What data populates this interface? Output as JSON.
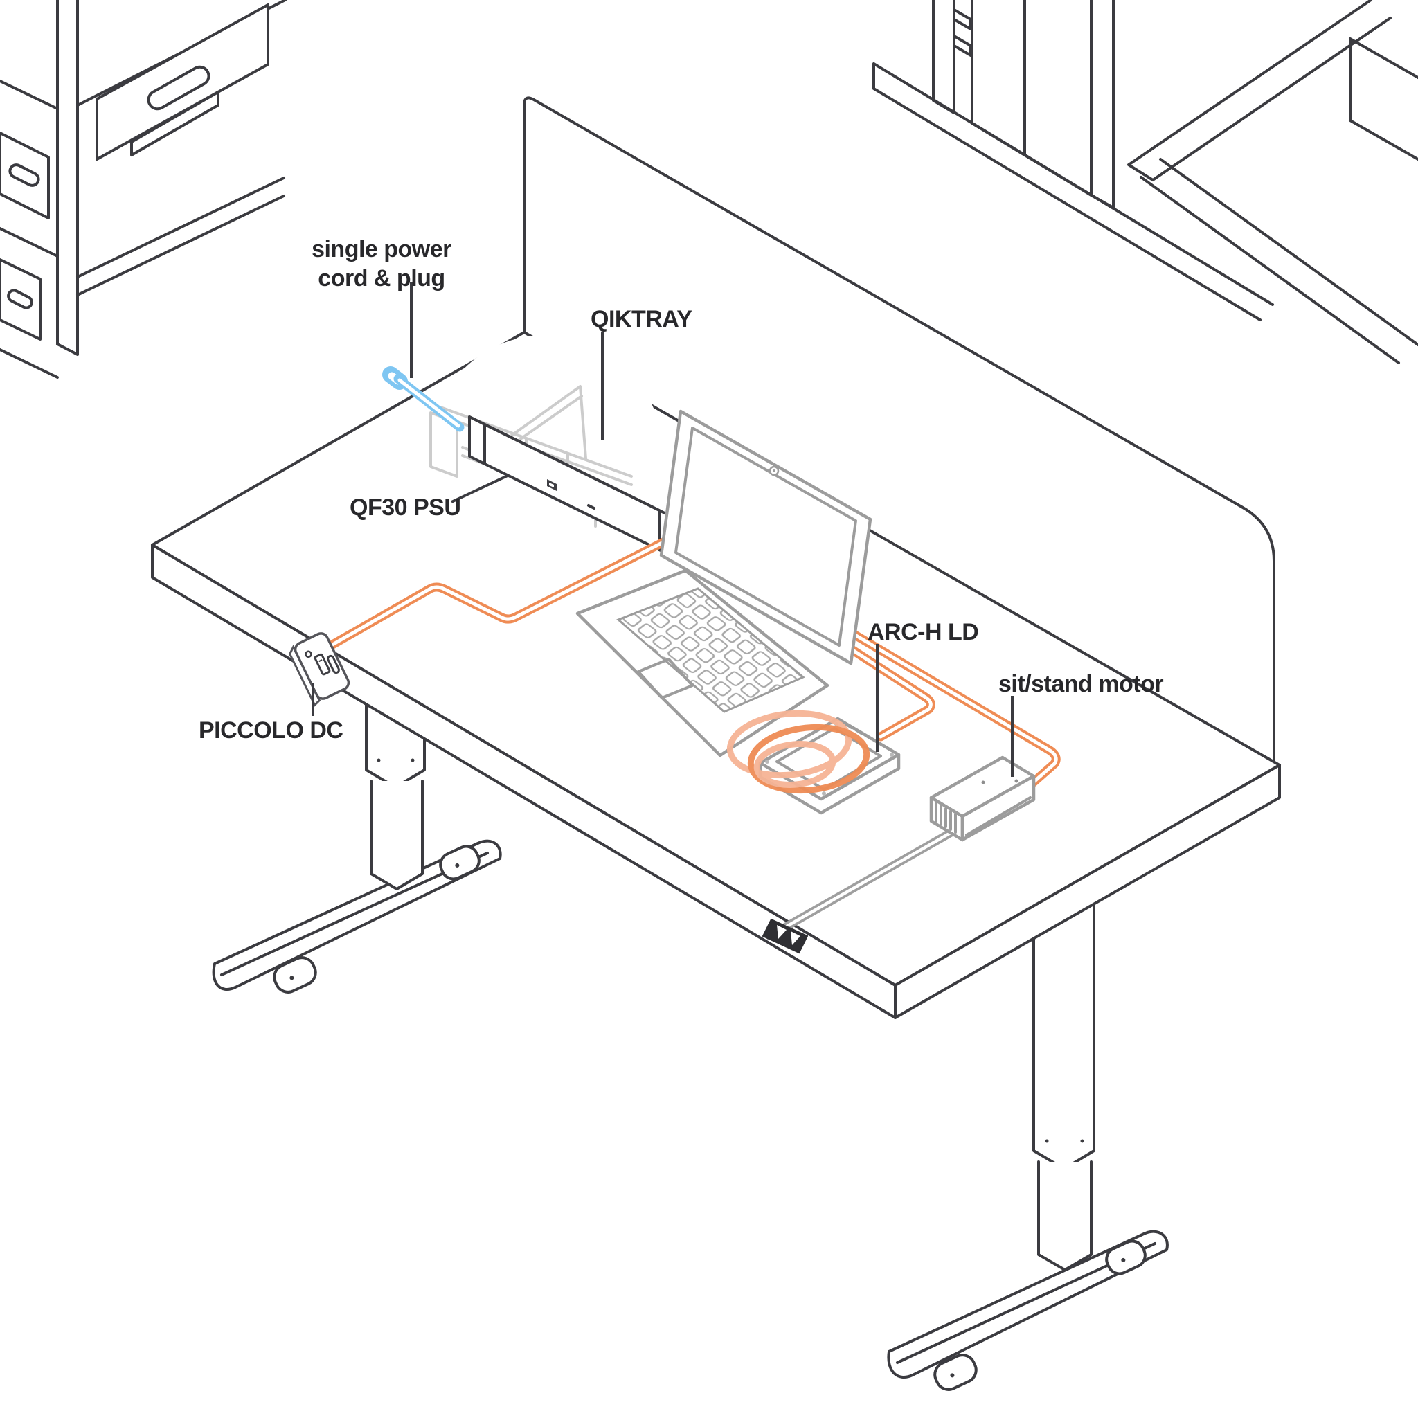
{
  "callouts": {
    "power_cord": {
      "line1": "single power",
      "line2": "cord & plug"
    },
    "qiktray": {
      "label": "QIKTRAY"
    },
    "qf30_psu": {
      "label": "QF30 PSU"
    },
    "piccolo_dc": {
      "label": "PICCOLO DC"
    },
    "arc_h_ld": {
      "label": "ARC-H LD"
    },
    "sit_stand_motor": {
      "label": "sit/stand motor"
    }
  },
  "colors": {
    "outline_dark": "#3b3b40",
    "outline_light": "#9c9c9c",
    "tray_wireframe": "#cccccc",
    "cable_orange": "#ef8c55",
    "coil_orange_light": "#f6b495",
    "power_cord_blue": "#7fc6f2",
    "cable_gray": "#9f9f9f",
    "label_text": "#28282b",
    "background": "#ffffff"
  }
}
